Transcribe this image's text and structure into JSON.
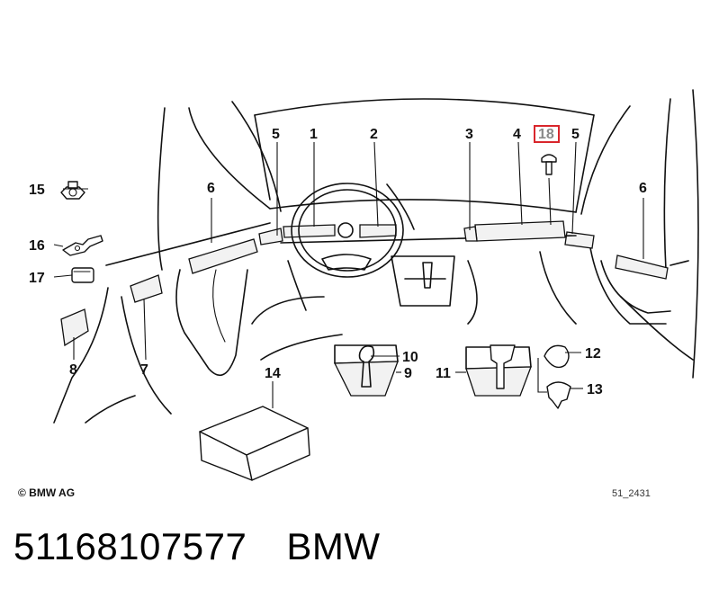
{
  "diagram": {
    "callouts": [
      {
        "id": "c5a",
        "label": "5"
      },
      {
        "id": "c1",
        "label": "1"
      },
      {
        "id": "c2",
        "label": "2"
      },
      {
        "id": "c3",
        "label": "3"
      },
      {
        "id": "c4",
        "label": "4"
      },
      {
        "id": "c18",
        "label": "18",
        "highlight": true
      },
      {
        "id": "c5b",
        "label": "5"
      },
      {
        "id": "c15",
        "label": "15"
      },
      {
        "id": "c6a",
        "label": "6"
      },
      {
        "id": "c6b",
        "label": "6"
      },
      {
        "id": "c16",
        "label": "16"
      },
      {
        "id": "c17",
        "label": "17"
      },
      {
        "id": "c8",
        "label": "8"
      },
      {
        "id": "c7",
        "label": "7"
      },
      {
        "id": "c10",
        "label": "10"
      },
      {
        "id": "c9",
        "label": "9"
      },
      {
        "id": "c11",
        "label": "11"
      },
      {
        "id": "c12",
        "label": "12"
      },
      {
        "id": "c13",
        "label": "13"
      },
      {
        "id": "c14",
        "label": "14"
      }
    ],
    "copyright": "© BMW AG",
    "diagram_id": "51_2431",
    "highlight_color": "#d9262c"
  },
  "footer": {
    "part_number": "51168107577",
    "brand": "BMW"
  }
}
